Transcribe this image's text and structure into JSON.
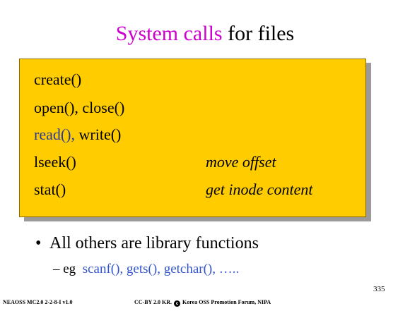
{
  "title": {
    "part1": "System calls",
    "part2": " for files"
  },
  "box": {
    "rows": [
      {
        "call": "create()"
      },
      {
        "call": "open(), close()"
      },
      {
        "call_blue": "read(),",
        "call_rest": " write()"
      },
      {
        "call": "lseek()",
        "note": "move offset"
      },
      {
        "call": "stat()",
        "note": "get inode content"
      }
    ]
  },
  "bullet": {
    "symbol": "•",
    "text": "All   others are library functions"
  },
  "sub": {
    "dash": "– eg",
    "funcs": "scanf(),  gets(),    getchar(),  ….."
  },
  "page_number": "335",
  "footer": {
    "left": "NEAOSS MC2.0 2-2-8-I v1.0",
    "center_pre": "CC-BY 2.0 KR.",
    "icon": "copyright-icon",
    "center_post": "Korea OSS Promotion Forum, NIPA"
  },
  "colors": {
    "title_accent": "#cc00cc",
    "box_fill": "#ffcc00",
    "blue_text": "#3355cc"
  }
}
